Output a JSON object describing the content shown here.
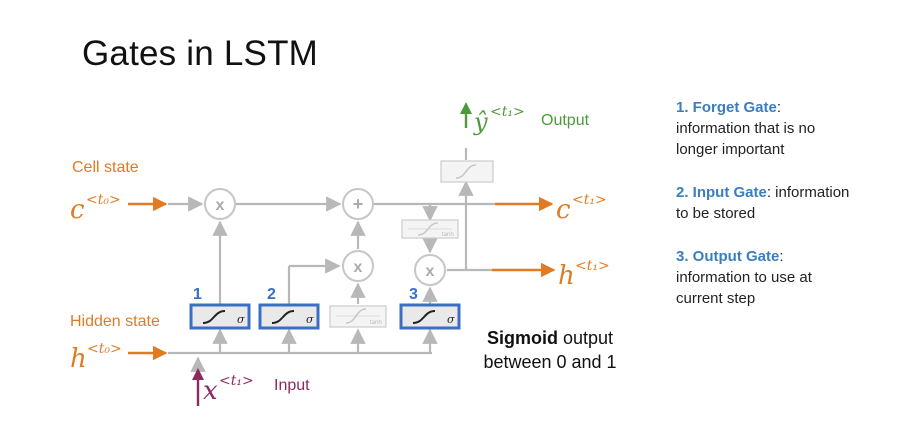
{
  "title": "Gates in LSTM",
  "diagram": {
    "cell_state_label": "Cell state",
    "hidden_state_label": "Hidden state",
    "input_label": "Input",
    "output_label": "Output",
    "c_prev": "c",
    "c_prev_sup": "<t₀>",
    "c_next": "c",
    "c_next_sup": "<t₁>",
    "h_prev": "h",
    "h_prev_sup": "<t₀>",
    "h_next": "h",
    "h_next_sup": "<t₁>",
    "x_in": "x",
    "x_in_sup": "<t₁>",
    "y_out": "ŷ",
    "y_out_sup": "<t₁>",
    "gate_numbers": [
      "1",
      "2",
      "3"
    ],
    "sigma_symbol": "σ",
    "tanh_label": "tanh",
    "op_multiply": "x",
    "op_add": "+",
    "colors": {
      "cell": "#e07b24",
      "input": "#8b2a5e",
      "output": "#4c9a3c",
      "gate": "#3a6fc4",
      "line": "#b8b8b8"
    }
  },
  "sigmoid_note": {
    "bold": "Sigmoid",
    "rest_1": " output",
    "line_2": "between 0 and 1"
  },
  "notes": [
    {
      "heading": "1. Forget Gate",
      "rest": ":",
      "body": "information that is no longer important"
    },
    {
      "heading": "2. Input Gate",
      "rest": ": information",
      "body": "to be stored"
    },
    {
      "heading": "3. Output Gate",
      "rest": ":",
      "body": "information to use at current step"
    }
  ]
}
